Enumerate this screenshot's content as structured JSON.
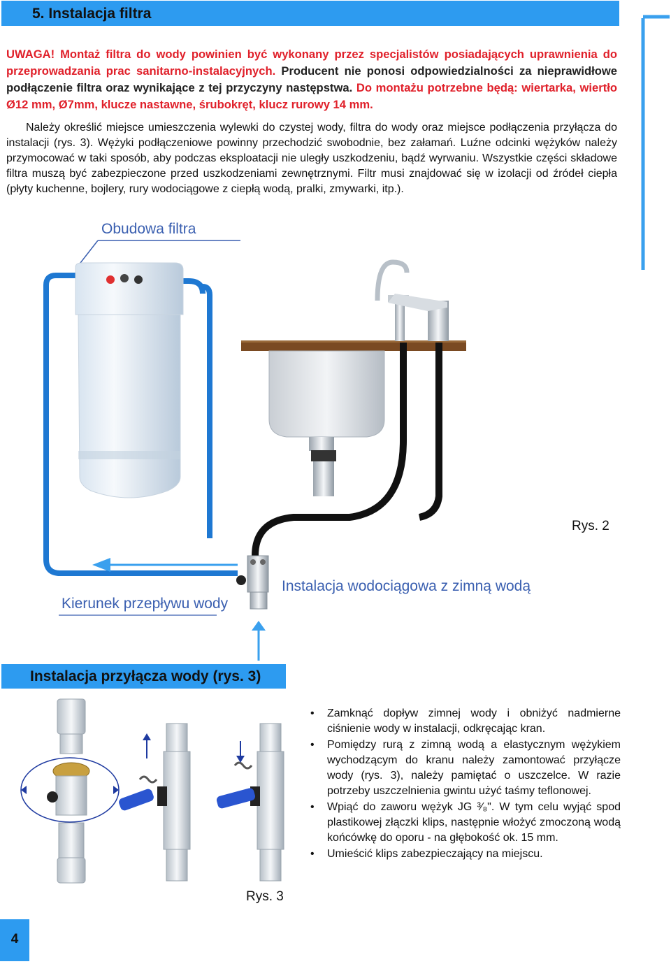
{
  "section": {
    "title": "5.  Instalacja filtra"
  },
  "warning": {
    "red1": "UWAGA! Montaż filtra do wody powinien być wykonany przez specjalistów posiadających uprawnienia do przeprowadzania prac sanitarno-instalacyjnych.",
    "black1": " Producent nie ponosi odpowiedzialności za nieprawidłowe podłączenie filtra oraz wynikające z tej przyczyny następstwa.",
    "red2": " Do montażu potrzebne będą: wiertarka, wiertło Ø12 mm, Ø7mm, klucze nastawne, śrubokręt, klucz rurowy 14 mm."
  },
  "body": {
    "paragraph": "Należy określić miejsce umieszczenia wylewki do czystej wody, filtra do wody oraz miejsce podłączenia przyłącza do instalacji (rys. 3). Wężyki podłączeniowe powinny przechodzić swobodnie, bez załamań. Luźne odcinki wężyków należy przymocować w taki sposób, aby podczas eksploatacji nie uległy uszkodzeniu, bądź wyrwaniu. Wszystkie części składowe filtra muszą być zabezpieczone przed uszkodzeniami zewnętrznymi. Filtr musi znajdować się w izolacji od źródeł ciepła (płyty kuchenne, bojlery, rury wodociągowe z ciepłą wodą, pralki, zmywarki, itp.)."
  },
  "diagram": {
    "label_housing": "Obudowa filtra",
    "label_supply": "Instalacja wodociągowa z zimną wodą",
    "label_flow": "Kierunek przepływu wody",
    "caption": "Rys. 2",
    "colors": {
      "pipe_blue": "#1e78d2",
      "pipe_black": "#111111",
      "arrow": "#3aa0ee",
      "label": "#3a5fb0",
      "counter": "#7a4a22"
    }
  },
  "subsection": {
    "title": "Instalacja przyłącza wody (rys. 3)"
  },
  "steps": [
    "Zamknąć dopływ zimnej wody i obniżyć nadmierne ciśnienie wody w instalacji, odkręcając kran.",
    "Pomiędzy rurą z zimną wodą a elastycznym wężykiem wychodzącym do kranu należy zamontować przyłącze wody (rys. 3), należy pamiętać o uszczelce. W razie potrzeby uszczelnienia gwintu użyć taśmy teflonowej.",
    "Wpiąć do zaworu wężyk JG ³⁄₈\". W tym celu wyjąć spod plastikowej złączki klips, następnie włożyć zmoczoną wodą końcówkę do oporu - na głębokość ok. 15 mm.",
    "Umieścić klips zabezpieczający na miejscu."
  ],
  "figure3": {
    "caption": "Rys. 3"
  },
  "page": {
    "number": "4",
    "accent": "#2d9bf0"
  }
}
